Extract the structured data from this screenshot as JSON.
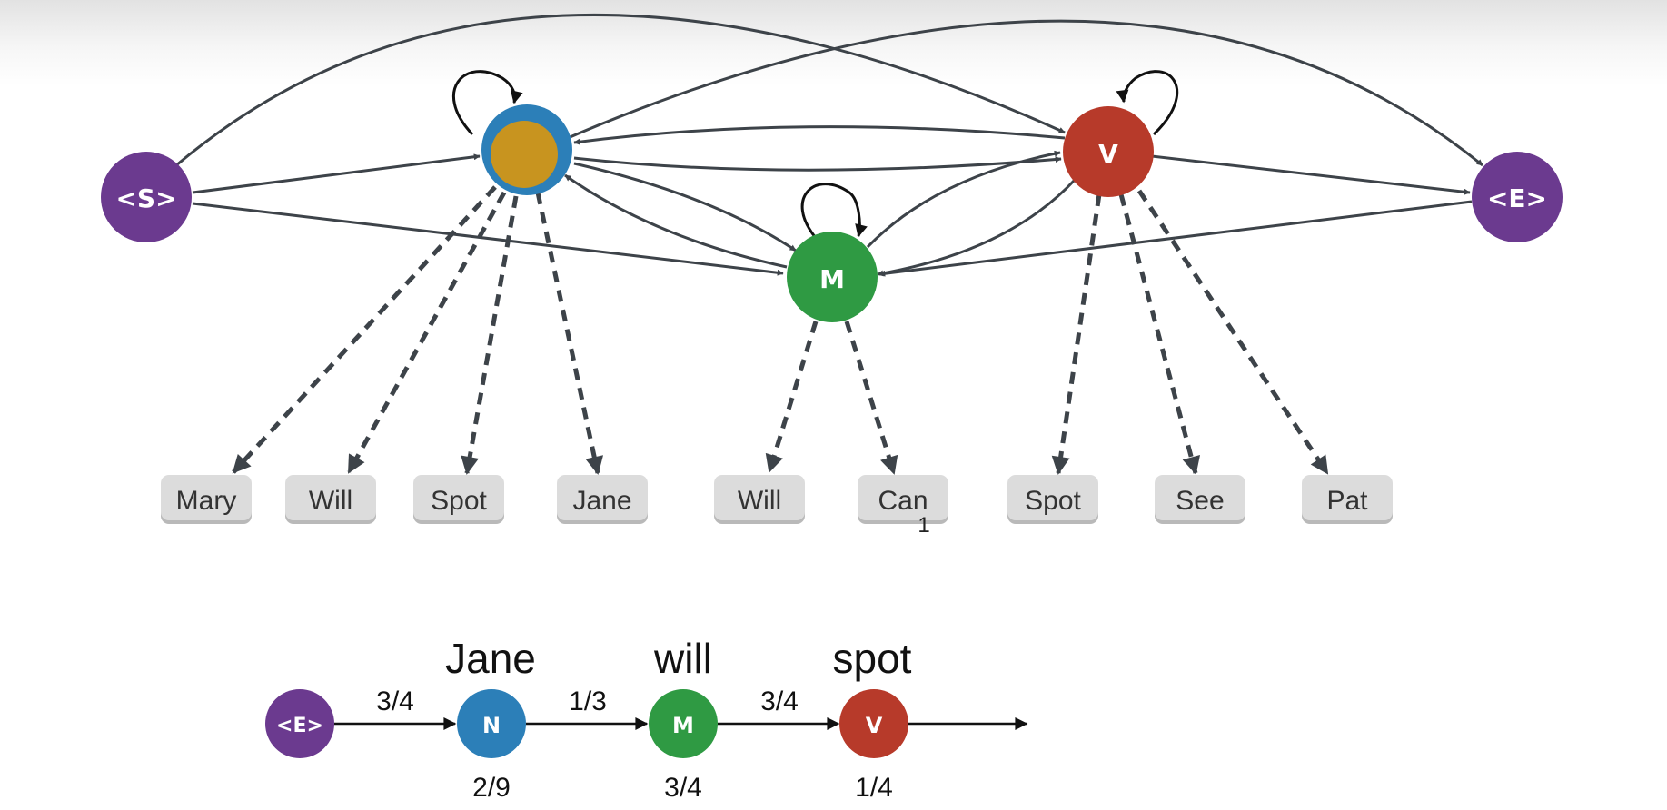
{
  "colors": {
    "start_end": "#6b3a8f",
    "noun": "#2c7fb8",
    "noun_inner": "#c8941f",
    "modal": "#2f9a43",
    "verb": "#b73a2a",
    "word_box": "#dcdcdc",
    "edge": "#3d4349"
  },
  "graph": {
    "start_label": "<S>",
    "end_label": "<E>",
    "modal_label": "M",
    "verb_label": "V",
    "words": [
      "Mary",
      "Will",
      "Spot",
      "Jane",
      "Will",
      "Can",
      "Spot",
      "See",
      "Pat"
    ],
    "stray_mark": "1"
  },
  "sequence": {
    "start_label": "<E>",
    "states": [
      {
        "label": "N",
        "word": "Jane",
        "transition": "3/4",
        "emission": "2/9"
      },
      {
        "label": "M",
        "word": "will",
        "transition": "1/3",
        "emission": "3/4"
      },
      {
        "label": "V",
        "word": "spot",
        "transition": "3/4",
        "emission": "1/4"
      }
    ]
  }
}
